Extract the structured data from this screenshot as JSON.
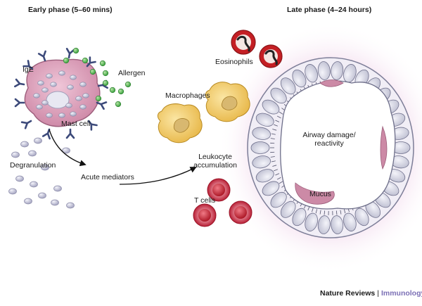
{
  "titles": {
    "early": "Early phase (5–60 mins)",
    "late": "Late phase (4–24 hours)"
  },
  "labels": {
    "ige": "IgE",
    "allergen": "Allergen",
    "mast_cell": "Mast cell",
    "degranulation": "Degranulation",
    "acute_mediators": "Acute mediators",
    "macrophages": "Macrophages",
    "eosinophils": "Eosinophils",
    "leukocyte_line1": "Leukocyte",
    "leukocyte_line2": "accumulation",
    "t_cells": "T cells",
    "airway_line1": "Airway damage/",
    "airway_line2": "reactivity",
    "mucus": "Mucus"
  },
  "credit": {
    "journal": "Nature Reviews",
    "separator": "|",
    "section": "Immunology"
  },
  "colors": {
    "mast_cell_fill": "#d89fb9",
    "allergen_green": "#3ea83e",
    "granule": "#c9c9dc",
    "macrophage": "#f2c863",
    "eosinophil": "#c41f24",
    "t_cell": "#c8243b",
    "inflammation_glow": "#c86cb3",
    "epithelium": "#cfd0dd",
    "mucus": "#cc8aa6",
    "credit_accent": "#7b6fb5"
  }
}
